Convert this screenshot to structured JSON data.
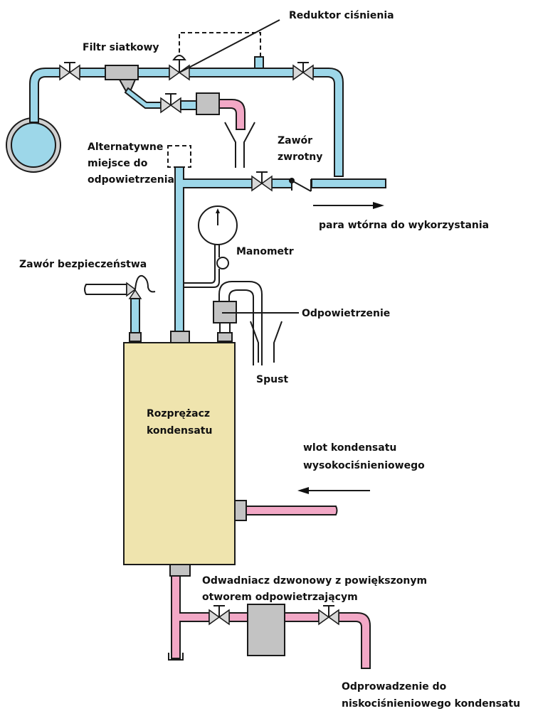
{
  "diagram": {
    "colors": {
      "steam": "#9dd7e9",
      "condensate": "#f2a8c6",
      "vessel": "#efe4ae",
      "component": "#c3c3c3"
    },
    "labels": {
      "pressure_reducer": "Reduktor ciśnienia",
      "strainer": "Filtr siatkowy",
      "alt_vent_1": "Alternatywne",
      "alt_vent_2": "miejsce do",
      "alt_vent_3": "odpowietrzenia",
      "check_valve_1": "Zawór",
      "check_valve_2": "zwrotny",
      "flash_steam": "para wtórna do wykorzystania",
      "pressure_gauge": "Manometr",
      "safety_valve": "Zawór bezpieczeństwa",
      "air_vent": "Odpowietrzenie",
      "drain": "Spust",
      "vessel_1": "Rozprężacz",
      "vessel_2": "kondensatu",
      "hp_inlet_1": "wlot kondensatu",
      "hp_inlet_2": "wysokociśnieniowego",
      "trap_1": "Odwadniacz dzwonowy z powiększonym",
      "trap_2": "otworem odpowietrzającym",
      "lp_outlet_1": "Odprowadzenie do",
      "lp_outlet_2": "niskociśnieniowego kondensatu"
    }
  }
}
